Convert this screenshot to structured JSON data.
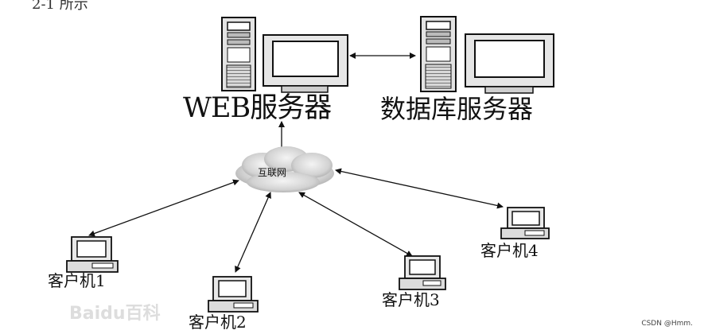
{
  "top_cutoff_text": "2-1 所示",
  "servers": {
    "web_label": "WEB服务器",
    "db_label": "数据库服务器"
  },
  "network": {
    "cloud_label": "互联网"
  },
  "clients": [
    {
      "label": "客户机1"
    },
    {
      "label": "客户机2"
    },
    {
      "label": "客户机3"
    },
    {
      "label": "客户机4"
    }
  ],
  "watermark": "Baidu百科",
  "credit": "CSDN @Hmm."
}
